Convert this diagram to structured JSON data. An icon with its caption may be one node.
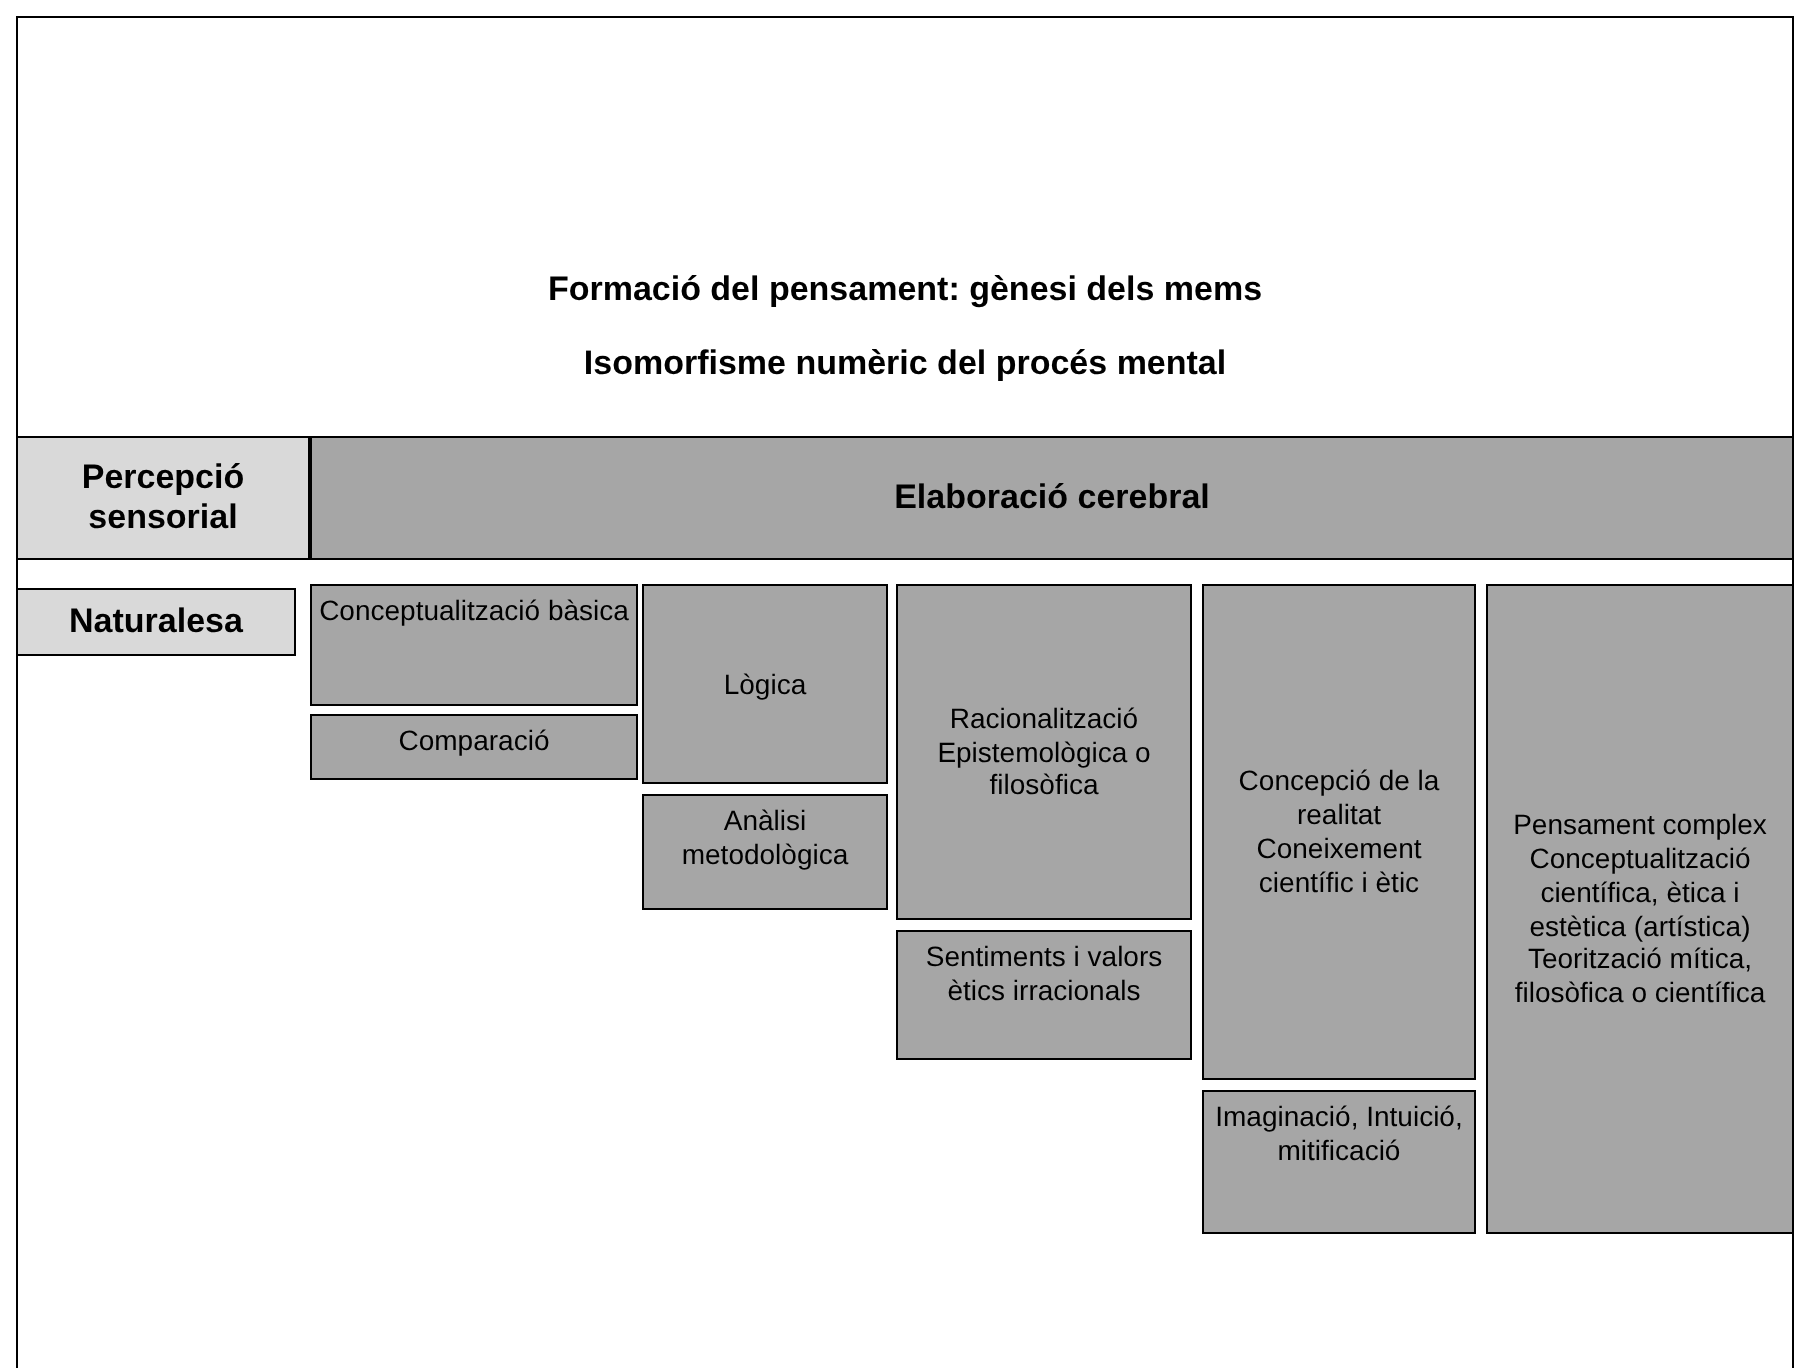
{
  "diagram": {
    "title": "Formació del pensament: gènesi dels mems",
    "labels": [
      "Isomorfisme numèric del procés mental"
    ],
    "nodes": [
      {
        "text": [
          "Percepció sensorial"
        ]
      },
      {
        "text": [
          "Elaboració cerebral"
        ]
      },
      {
        "text": [
          "Naturalesa"
        ]
      },
      {
        "text": [
          "Conceptualització bàsica"
        ]
      },
      {
        "text": [
          "Comparació"
        ]
      },
      {
        "text": [
          "Lògica"
        ]
      },
      {
        "text": [
          "Anàlisi metodològica"
        ]
      },
      {
        "text": [
          "Racionalització Epistemològica o filosòfica"
        ]
      },
      {
        "text": [
          "Sentiments i valors ètics irracionals"
        ]
      },
      {
        "text": [
          "Concepció de la realitat",
          "Coneixement científic i ètic"
        ]
      },
      {
        "text": [
          "Imaginació, Intuició, mitificació"
        ]
      },
      {
        "text": [
          "Pensament complex",
          "Conceptualització científica, ètica i estètica (artística)",
          "Teorització mítica, filosòfica o científica"
        ]
      }
    ]
  }
}
